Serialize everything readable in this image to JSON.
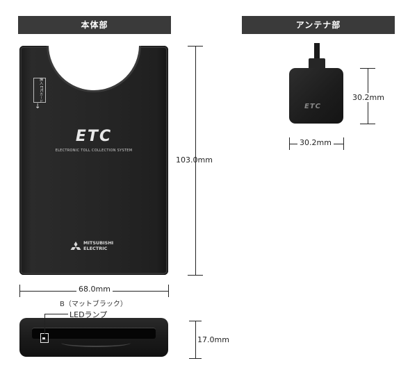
{
  "sections": {
    "main_unit": "本体部",
    "antenna_unit": "アンテナ部"
  },
  "main_unit": {
    "logo": "ETC",
    "logo_subtitle": "ELECTRONIC TOLL COLLECTION SYSTEM",
    "insert_label": "挿入 ETCカード",
    "brand_line1": "MITSUBISHI",
    "brand_line2": "ELECTRIC",
    "height": "103.0mm",
    "width": "68.0mm",
    "color": "B（マットブラック）",
    "depth": "17.0mm",
    "led_label": "LEDランプ"
  },
  "antenna": {
    "logo": "ETC",
    "width": "30.2mm",
    "height": "30.2mm"
  },
  "colors": {
    "header_bg": "#3a3a3a",
    "device_body": "#262626"
  }
}
